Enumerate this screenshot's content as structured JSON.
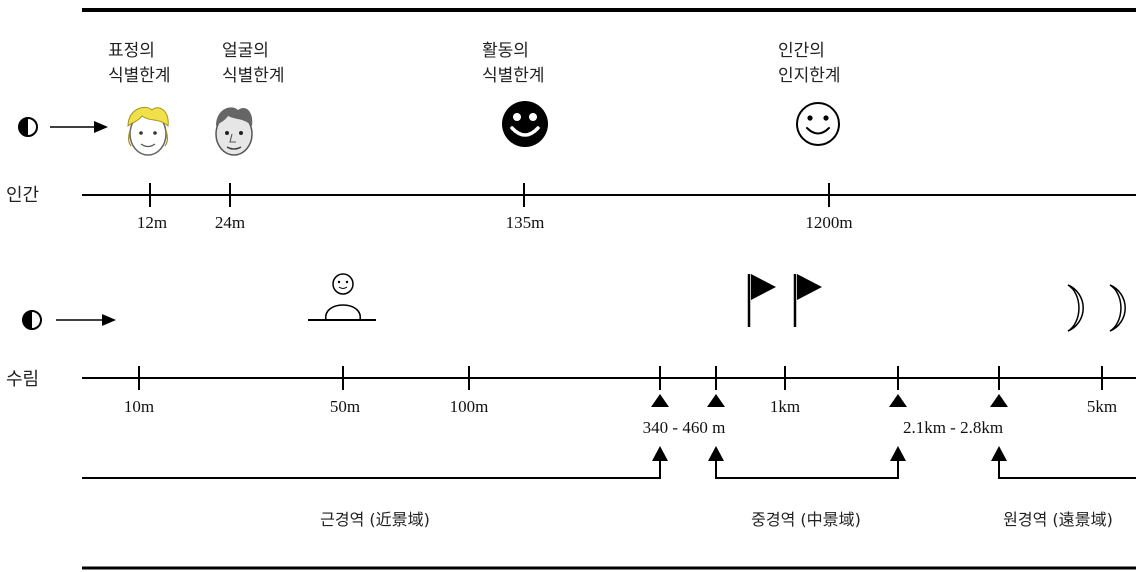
{
  "human_row": {
    "row_label": "인간",
    "observer_icon": "half-circle-icon",
    "thresholds": [
      {
        "line1": "표정의",
        "line2": "식별한계",
        "icon": "blond-face-icon",
        "distance": "12m"
      },
      {
        "line1": "얼굴의",
        "line2": "식별한계",
        "icon": "gray-face-icon",
        "distance": "24m"
      },
      {
        "line1": "활동의",
        "line2": "식별한계",
        "icon": "black-smiley-icon",
        "distance": "135m"
      },
      {
        "line1": "인간의",
        "line2": "인지한계",
        "icon": "outline-smiley-icon",
        "distance": "1200m"
      }
    ]
  },
  "forest_row": {
    "row_label": "수림",
    "observer_icon": "half-circle-icon",
    "icons": [
      "snowman-icon",
      "flag-icon",
      "flag-icon",
      "crescent-icon",
      "crescent-icon"
    ],
    "ticks": [
      "10m",
      "50m",
      "100m",
      "1km",
      "5km"
    ],
    "range_markers": [
      "340 - 460 m",
      "2.1km - 2.8km"
    ]
  },
  "zones": [
    {
      "label": "근경역 (近景域)"
    },
    {
      "label": "중경역 (中景域)"
    },
    {
      "label": "원경역 (遠景域)"
    }
  ]
}
